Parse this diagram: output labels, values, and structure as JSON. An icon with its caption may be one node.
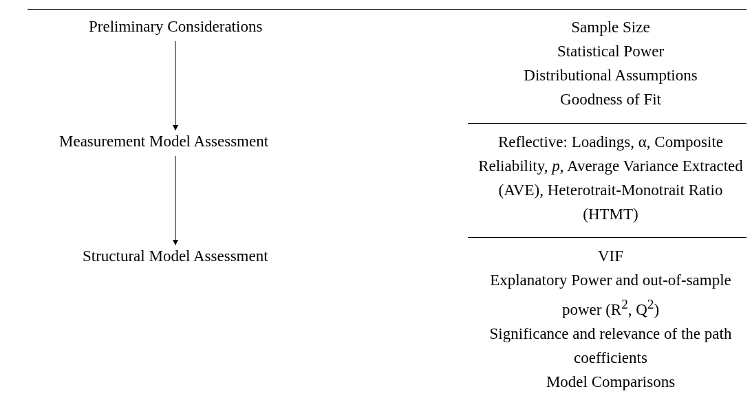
{
  "diagram": {
    "nodes": [
      {
        "text": [
          "Preliminary Considerations"
        ]
      },
      {
        "text": [
          "Measurement Model Assessment"
        ]
      },
      {
        "text": [
          "Structural Model Assessment"
        ]
      }
    ],
    "edges": [
      {
        "from": 0,
        "to": 1,
        "arrow": "to"
      },
      {
        "from": 1,
        "to": 2,
        "arrow": "to"
      }
    ],
    "labels": [
      "Sample Size",
      "Statistical Power",
      "Distributional Assumptions",
      "Goodness of Fit",
      "Reflective: Loadings, α, Composite Reliability, *p*, Average Variance Extracted (AVE), Heterotrait-Monotrait Ratio (HTMT)",
      "VIF",
      "Explanatory Power and out-of-sample power (R$^{2}$, Q$^{2}$)",
      "Significance and relevance of the path coefficients",
      "Model Comparisons"
    ]
  }
}
